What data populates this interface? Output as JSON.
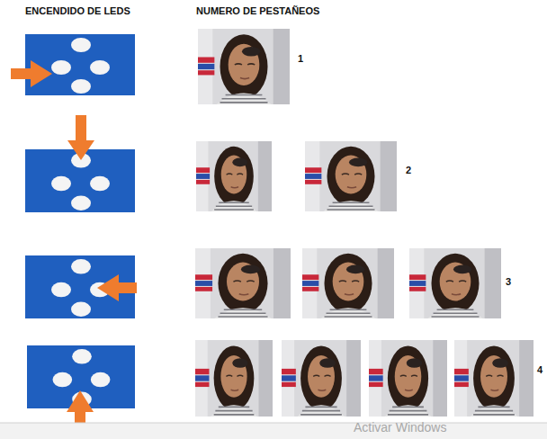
{
  "diagram": {
    "labels": [
      "ENCENDIDO DE LEDS",
      "NUMERO DE PESTAÑEOS",
      "1",
      "2",
      "3",
      "4",
      "Activar Windows"
    ]
  }
}
